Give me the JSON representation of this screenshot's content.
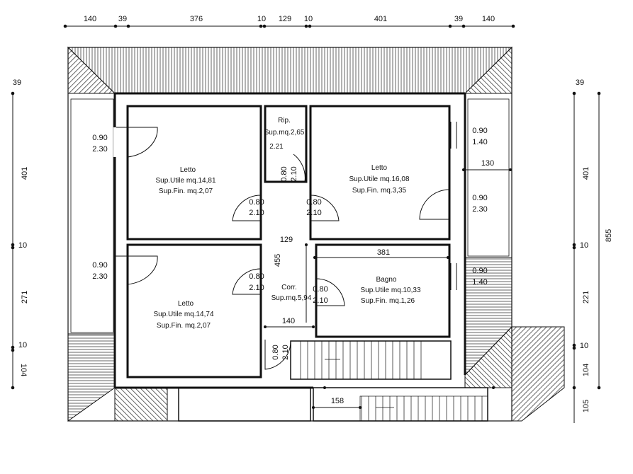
{
  "top_dimensions": [
    "140",
    "39",
    "376",
    "10",
    "129",
    "10",
    "401",
    "39",
    "140"
  ],
  "left_dimensions": [
    "39",
    "401",
    "10",
    "271",
    "10",
    "104"
  ],
  "right_dimensions_inner": [
    "39",
    "401",
    "10",
    "221",
    "10",
    "104",
    "105"
  ],
  "right_total": "855",
  "rooms": {
    "letto_nw": {
      "name": "Letto",
      "utile": "Sup.Utile  mq.14,81",
      "fin": "Sup.Fin.  mq.2,07"
    },
    "letto_sw": {
      "name": "Letto",
      "utile": "Sup.Utile  mq.14,74",
      "fin": "Sup.Fin.  mq.2,07"
    },
    "letto_ne": {
      "name": "Letto",
      "utile": "Sup.Utile  mq.16,08",
      "fin": "Sup.Fin.  mq.3,35"
    },
    "rip": {
      "name": "Rip.",
      "area": "Sup.mq.2,65",
      "h": "2.21"
    },
    "bagno": {
      "name": "Bagno",
      "utile": "Sup.Utile  mq.10,33",
      "fin": "Sup.Fin.  mq.1,26"
    },
    "corr": {
      "name": "Corr.",
      "area": "Sup.mq.5,94"
    }
  },
  "openings": {
    "win_nw_w": "0.90",
    "win_nw_h": "2.30",
    "win_sw_w": "0.90",
    "win_sw_h": "2.30",
    "win_ne_w": "0.90",
    "win_ne_h": "1.40",
    "win_ne2_w": "0.90",
    "win_ne2_h": "2.30",
    "win_bagno_w": "0.90",
    "win_bagno_h": "1.40",
    "door_rip_w": "0.80",
    "door_rip_h": "2.10",
    "door_l1_w": "0.80",
    "door_l1_h": "2.10",
    "door_r1_w": "0.80",
    "door_r1_h": "2.10",
    "door_l2_w": "0.80",
    "door_l2_h": "2.10",
    "door_bagno_w": "0.80",
    "door_bagno_h": "2.10",
    "door_stair_w": "0.80",
    "door_stair_h": "2.10"
  },
  "inner_dimensions": {
    "d130": "130",
    "d129": "129",
    "d455": "455",
    "d381": "381",
    "d140": "140",
    "d158": "158"
  }
}
